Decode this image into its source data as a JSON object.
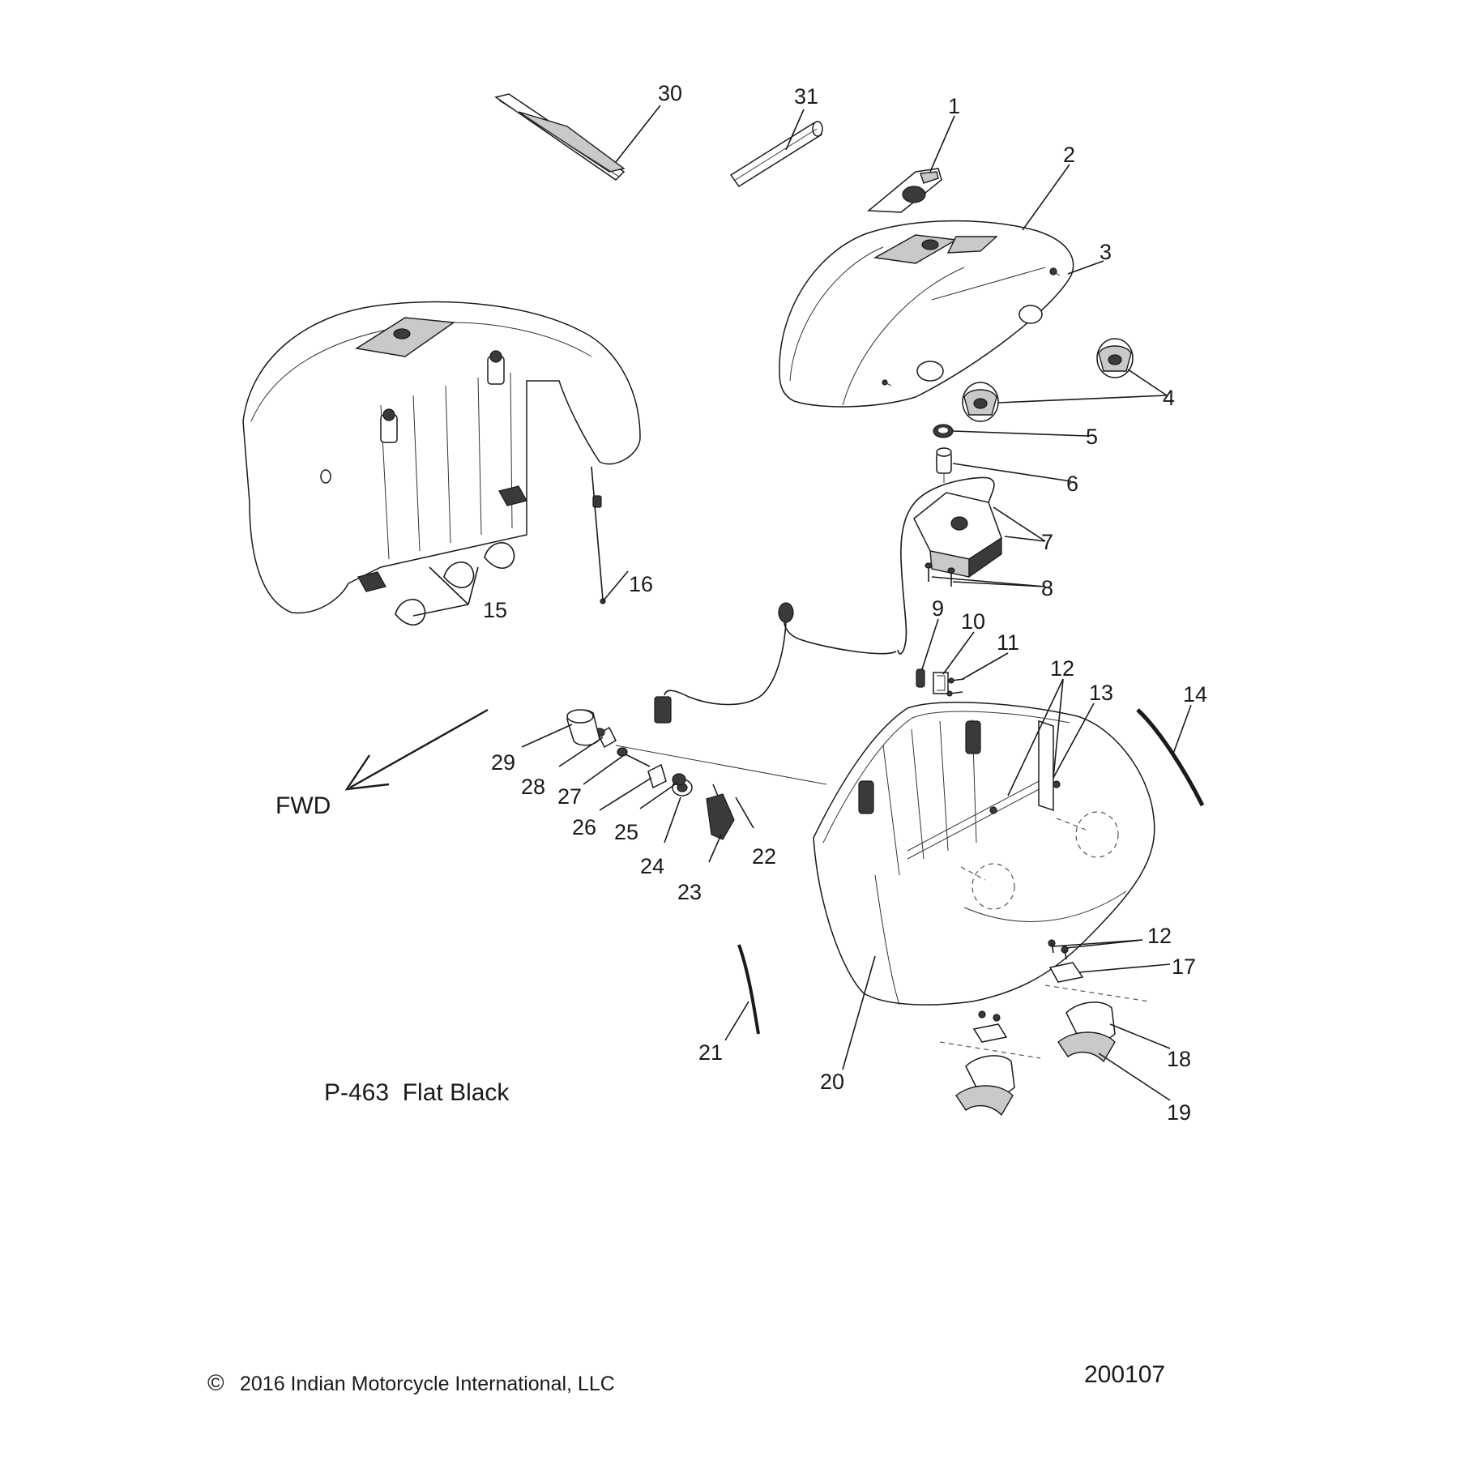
{
  "callouts": [
    "1",
    "2",
    "3",
    "4",
    "5",
    "6",
    "7",
    "8",
    "9",
    "10",
    "11",
    "12",
    "13",
    "14",
    "15",
    "16",
    "17",
    "18",
    "19",
    "20",
    "21",
    "22",
    "23",
    "24",
    "25",
    "26",
    "27",
    "28",
    "29",
    "30",
    "31"
  ],
  "direction_label": "FWD",
  "paint_code": "P-463  Flat Black",
  "copyright_symbol": "©",
  "copyright_text": "2016 Indian Motorcycle International, LLC",
  "diagram_number": "200107"
}
